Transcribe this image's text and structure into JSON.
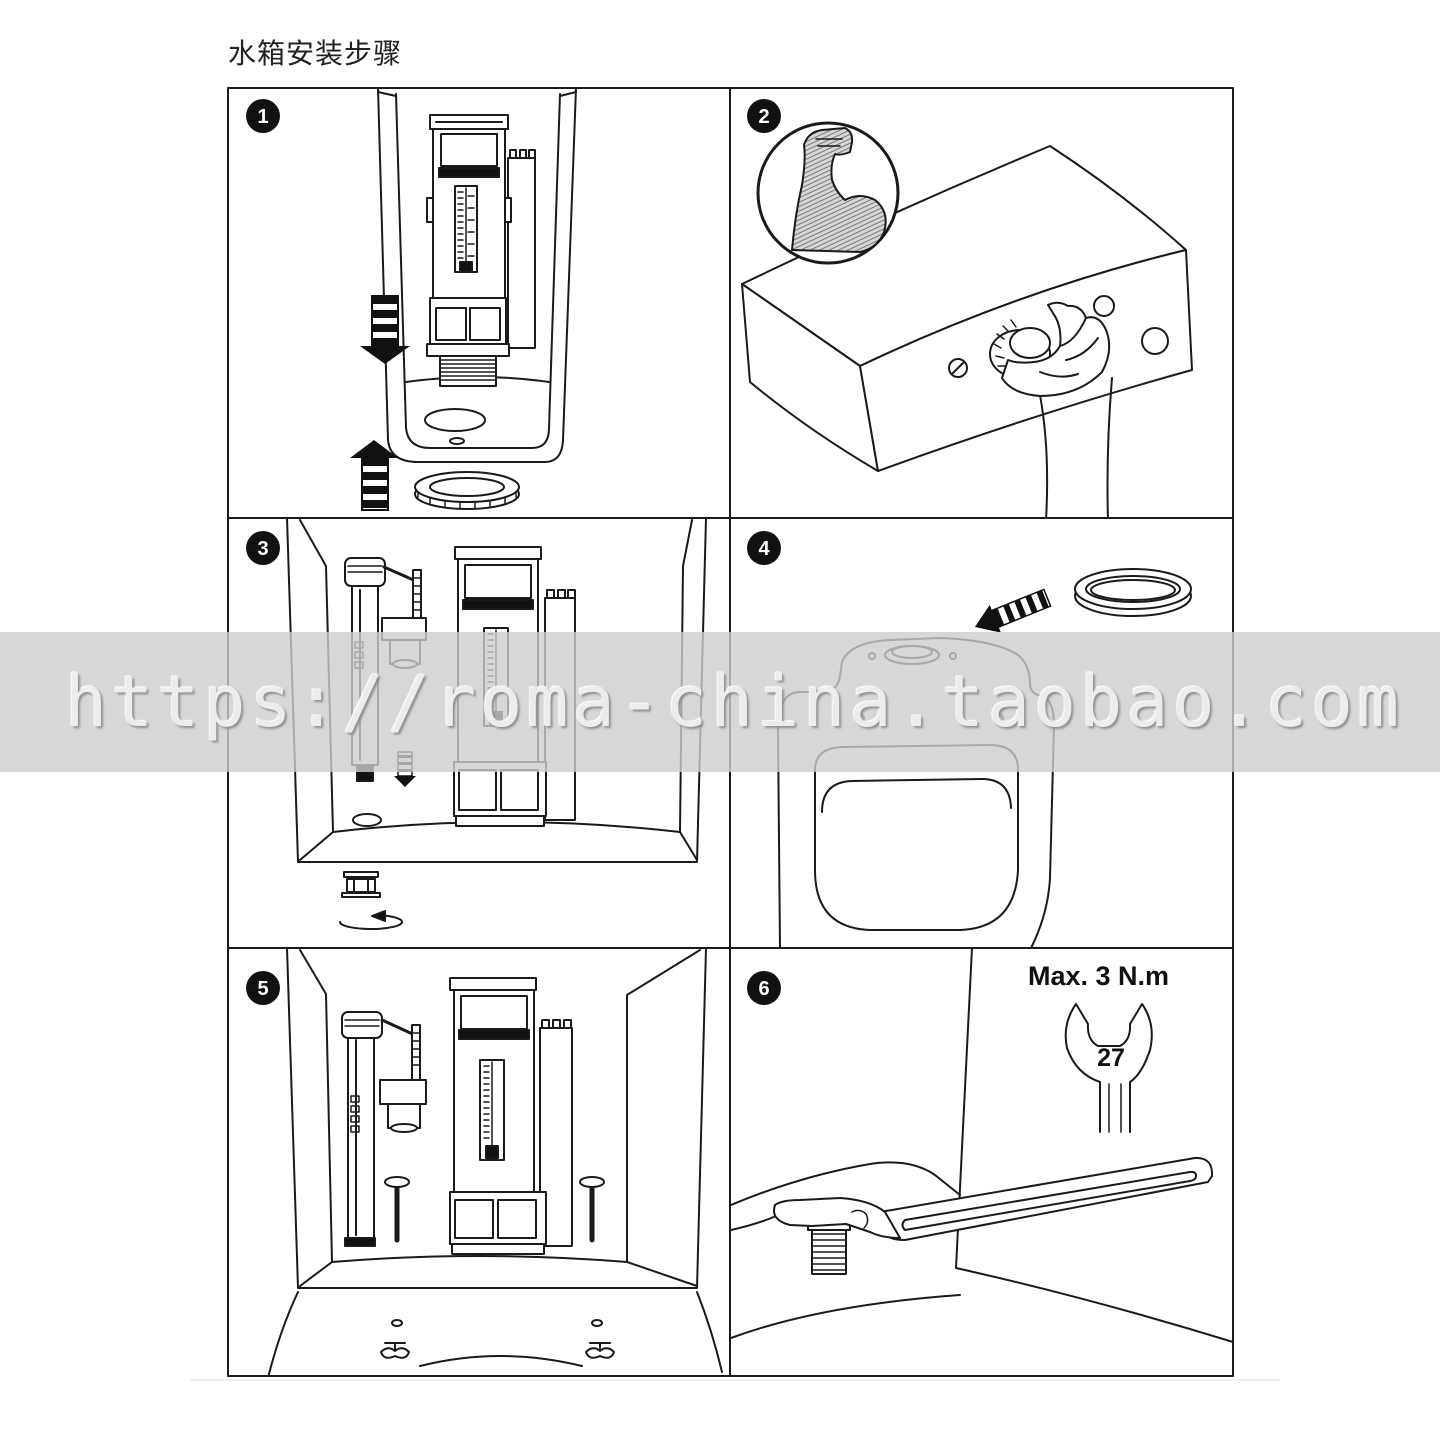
{
  "title": "水箱安装步骤",
  "steps": [
    {
      "number": "1"
    },
    {
      "number": "2"
    },
    {
      "number": "3"
    },
    {
      "number": "4"
    },
    {
      "number": "5"
    },
    {
      "number": "6"
    }
  ],
  "step_6": {
    "torque_limit": "Max. 3 N.m",
    "wrench_size": "27"
  },
  "watermark": "https://roma-china.taobao.com",
  "colors": {
    "ink": "#1a1a1a",
    "paper": "#ffffff",
    "watermark_band": "#d4d4d4"
  }
}
